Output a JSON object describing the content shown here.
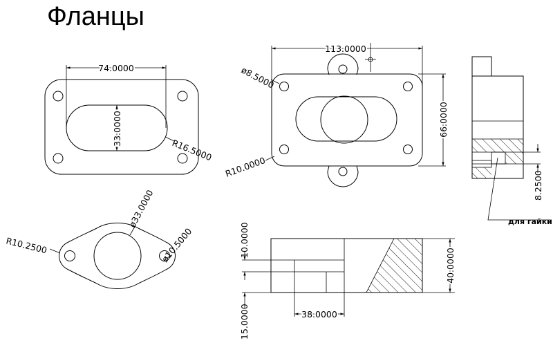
{
  "title": "Фланцы",
  "flange_rect": {
    "width": "74.0000",
    "height": "33.0000",
    "radius": "R16.5000"
  },
  "flange_carb": {
    "width": "113.0000",
    "hole": "ø8.5000",
    "height": "66.0000",
    "corner_radius": "R10.0000"
  },
  "flange_oval": {
    "outer_radius": "R10.2500",
    "bore": "ø33.0000",
    "hole": "ø10.5000"
  },
  "side_view": {
    "dim_a": "10.0000",
    "dim_b": "15.0000",
    "dim_c": "38.0000",
    "dim_d": "40.0000"
  },
  "right_view": {
    "dim": "8.2500",
    "note": "для гайки"
  }
}
